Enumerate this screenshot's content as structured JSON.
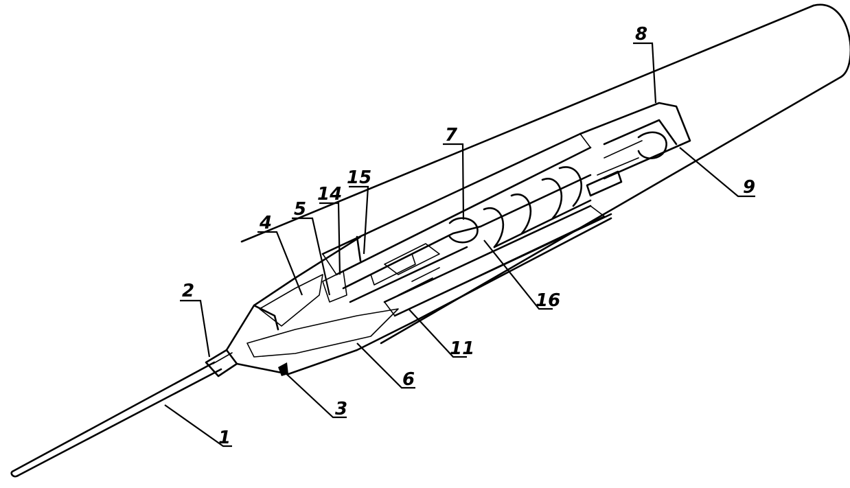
{
  "labels": {
    "l1": "1",
    "l2": "2",
    "l3": "3",
    "l4": "4",
    "l5": "5",
    "l6": "6",
    "l7": "7",
    "l8": "8",
    "l9": "9",
    "l11": "11",
    "l14": "14",
    "l15": "15",
    "l16": "16"
  },
  "colors": {
    "ink": "#000000",
    "paper": "#ffffff"
  }
}
